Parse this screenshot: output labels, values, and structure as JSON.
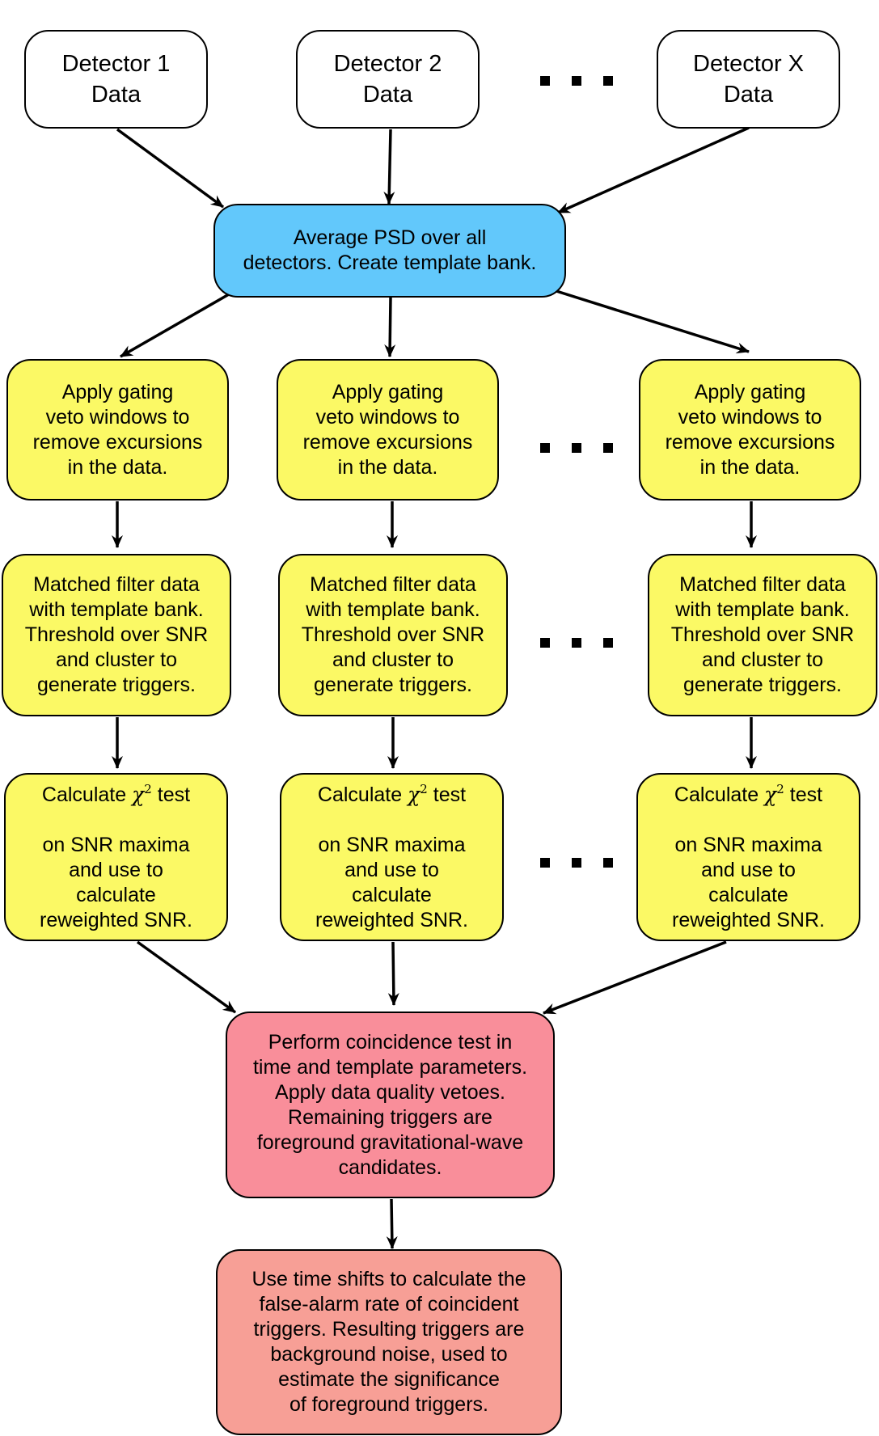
{
  "detectors": [
    {
      "label": "Detector 1\nData"
    },
    {
      "label": "Detector 2\nData"
    },
    {
      "label": "Detector X\nData"
    }
  ],
  "psd": {
    "label": "Average PSD over all\ndetectors. Create template bank."
  },
  "gating": {
    "label": "Apply gating\nveto windows to\nremove excursions\nin the data."
  },
  "matched_filter": {
    "label": "Matched filter data\nwith template bank.\nThreshold over SNR\nand cluster to\ngenerate triggers."
  },
  "chisq": {
    "prefix": "Calculate ",
    "symbol": "χ",
    "superscript": "2",
    "suffix": " test",
    "rest": "on SNR maxima\nand use to\ncalculate\nreweighted SNR."
  },
  "coincidence": {
    "label": "Perform coincidence test in\ntime and template parameters.\nApply data quality vetoes.\nRemaining triggers are\nforeground gravitational-wave\ncandidates."
  },
  "background": {
    "label": "Use time shifts to calculate the\nfalse-alarm rate of coincident\ntriggers. Resulting triggers are\nbackground noise, used to\nestimate the significance\nof foreground triggers."
  },
  "colors": {
    "detector": "#ffffff",
    "psd": "#62c8fb",
    "step": "#fbf965",
    "coincidence": "#f98e9a",
    "background": "#f79f96",
    "stroke": "#000000"
  }
}
